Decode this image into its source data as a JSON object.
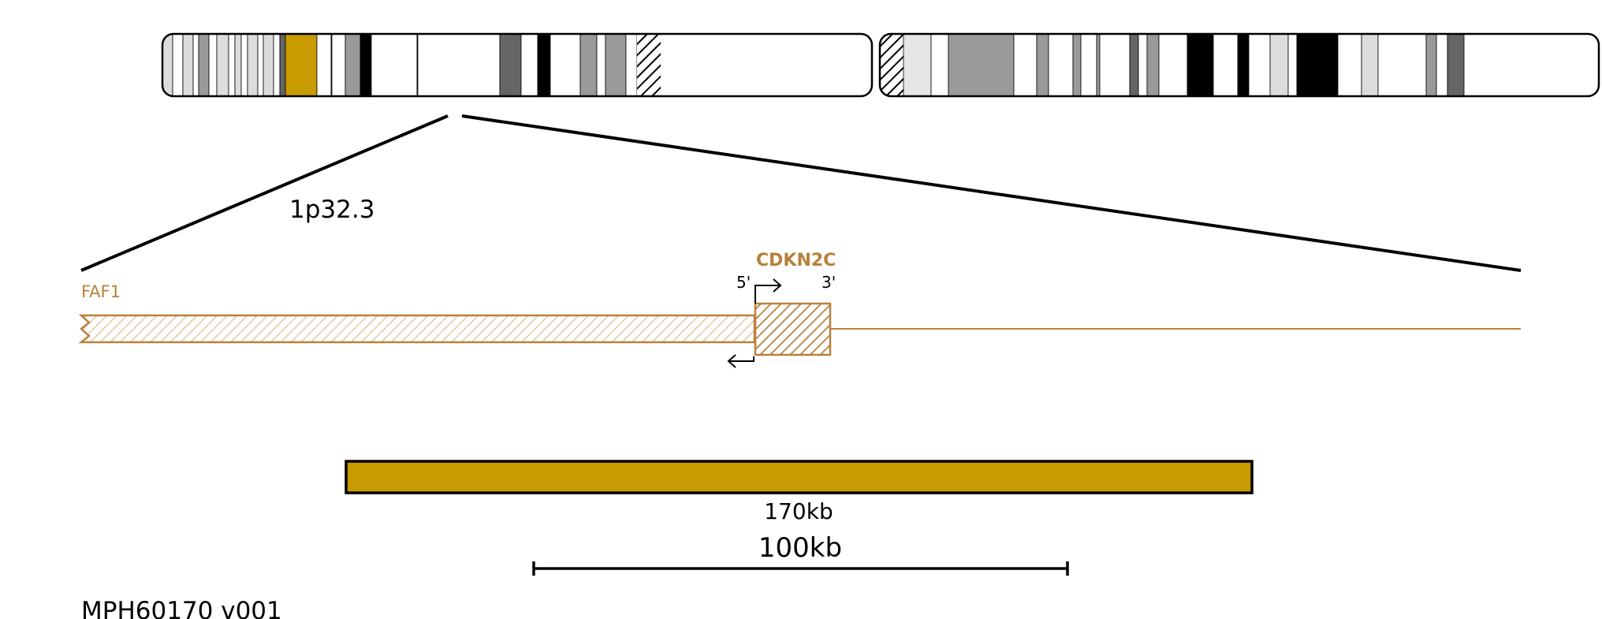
{
  "chromosome": {
    "region_label": "1p32.3",
    "bands": [
      {
        "stain": "gpos25"
      },
      {
        "stain": "gneg"
      },
      {
        "stain": "gpos25"
      },
      {
        "stain": "gneg"
      },
      {
        "stain": "gpos50"
      },
      {
        "stain": "gneg"
      },
      {
        "stain": "gpos25"
      },
      {
        "stain": "gneg"
      },
      {
        "stain": "gpos25"
      },
      {
        "stain": "gneg"
      },
      {
        "stain": "gpos25"
      },
      {
        "stain": "gneg"
      },
      {
        "stain": "gpos25"
      },
      {
        "stain": "gneg"
      },
      {
        "stain": "gpos75"
      },
      {
        "stain": "highlight"
      },
      {
        "stain": "gneg"
      },
      {
        "stain": "gpos50"
      },
      {
        "stain": "gneg"
      },
      {
        "stain": "gpos50"
      },
      {
        "stain": "gpos100"
      },
      {
        "stain": "gneg"
      },
      {
        "stain": "gpos75"
      },
      {
        "stain": "gneg"
      },
      {
        "stain": "gpos75"
      },
      {
        "stain": "gneg"
      },
      {
        "stain": "gpos100"
      },
      {
        "stain": "gneg"
      },
      {
        "stain": "gpos50"
      },
      {
        "stain": "gneg"
      },
      {
        "stain": "gpos50"
      },
      {
        "stain": "gneg"
      },
      {
        "stain": "acen"
      },
      {
        "stain": "acen"
      },
      {
        "stain": "gvar"
      },
      {
        "stain": "gneg"
      },
      {
        "stain": "gpos50"
      },
      {
        "stain": "gneg"
      },
      {
        "stain": "gpos50"
      },
      {
        "stain": "gneg"
      },
      {
        "stain": "gpos50"
      },
      {
        "stain": "gneg"
      },
      {
        "stain": "gpos50"
      },
      {
        "stain": "gneg"
      },
      {
        "stain": "gpos75"
      },
      {
        "stain": "gneg"
      },
      {
        "stain": "gpos50"
      },
      {
        "stain": "gneg"
      },
      {
        "stain": "gpos100"
      },
      {
        "stain": "gneg"
      },
      {
        "stain": "gpos100"
      },
      {
        "stain": "gneg"
      },
      {
        "stain": "gpos25"
      },
      {
        "stain": "gneg"
      },
      {
        "stain": "gpos100"
      },
      {
        "stain": "gneg"
      },
      {
        "stain": "gpos25"
      },
      {
        "stain": "gneg"
      },
      {
        "stain": "gpos50"
      },
      {
        "stain": "gneg"
      },
      {
        "stain": "gpos75"
      }
    ],
    "colors": {
      "gneg": "#ffffff",
      "gpos25": "#dcdcdc",
      "gpos50": "#9a9a9a",
      "gpos75": "#656565",
      "gpos100": "#000000",
      "gvar": "#e6e6e6",
      "highlight": "#c89b00"
    }
  },
  "genes": {
    "left_gene": {
      "label": "FAF1"
    },
    "main_gene": {
      "label": "CDKN2C"
    },
    "strand_5": "5'",
    "strand_3": "3'",
    "color": "#b8813c"
  },
  "probe": {
    "size_label": "170kb",
    "fill": "#c89b00"
  },
  "scale_bar": {
    "label": "100kb"
  },
  "product_id": "MPH60170 v001"
}
